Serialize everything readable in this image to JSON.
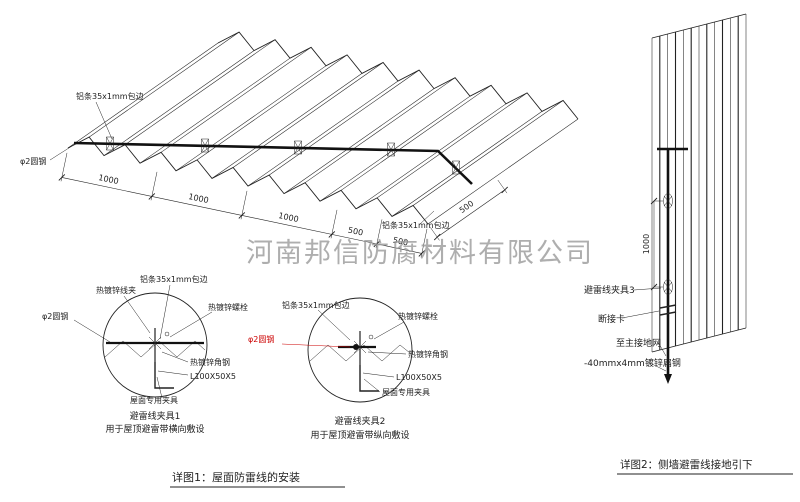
{
  "watermark": {
    "text": "河南邦信防腐材料有限公司"
  },
  "roof": {
    "label_alu_top": "铝条35x1mm包边",
    "label_alu_bottom": "铝条35x1mm包边",
    "label_round_steel": "φ2圆钢",
    "dims": [
      "1000",
      "1000",
      "1000",
      "500",
      "500"
    ],
    "dim_right": "500",
    "caption": "详图1：屋面防雷线的安装"
  },
  "clamp1": {
    "title": "避雷线夹具1",
    "subtitle": "用于屋顶避雷带横向敷设",
    "label_wire_clip": "热镀锌线夹",
    "label_alu": "铝条35x1mm包边",
    "label_bolt": "热镀锌螺栓",
    "label_round_steel": "φ2圆钢",
    "label_angle": "热镀锌角钢",
    "label_angle_spec": "L100X50X5",
    "label_roof_clamp": "屋面专用夹具"
  },
  "clamp2": {
    "title": "避雷线夹具2",
    "subtitle": "用于屋顶避雷带纵向敷设",
    "label_alu": "铝条35x1mm包边",
    "label_bolt": "热镀锌螺栓",
    "label_round_steel": "φ2圆钢",
    "label_angle": "热镀锌角钢",
    "label_angle_spec": "L100X50X5",
    "label_roof_clamp": "屋面专用夹具"
  },
  "wall": {
    "dim": "1000",
    "label_clamp3": "避雷线夹具3",
    "label_disconnect": "断接卡",
    "label_to_ground": "至主接地网",
    "label_flat_steel": "-40mmx4mm镀锌扁钢",
    "caption": "详图2：侧墙避雷线接地引下"
  },
  "colors": {
    "line": "#222222",
    "accent_red": "#cc0000",
    "watermark": "#9a9a9a"
  }
}
